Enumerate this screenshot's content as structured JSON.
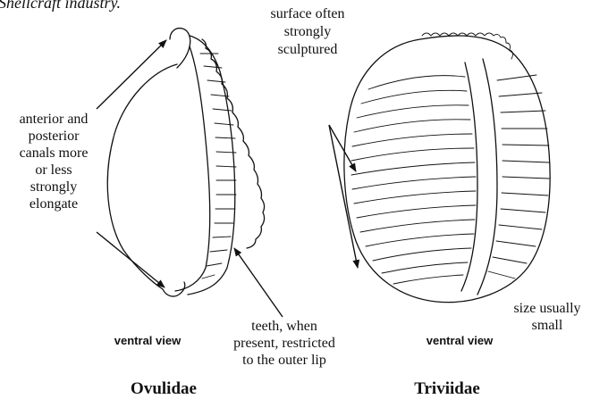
{
  "header": {
    "partial_text": "Shellcraft industry."
  },
  "left_specimen": {
    "family": "Ovulidae",
    "view_label": "ventral view",
    "labels": {
      "canals": [
        "anterior and",
        "posterior",
        "canals more",
        "or less",
        "strongly",
        "elongate"
      ],
      "teeth": [
        "teeth, when",
        "present, restricted",
        "to the outer lip"
      ]
    }
  },
  "right_specimen": {
    "family": "Triviidae",
    "view_label": "ventral view",
    "labels": {
      "surface": [
        "surface often",
        "strongly",
        "sculptured"
      ],
      "size": [
        "size usually",
        "small"
      ]
    }
  },
  "colors": {
    "ink": "#111111",
    "background": "#ffffff"
  }
}
